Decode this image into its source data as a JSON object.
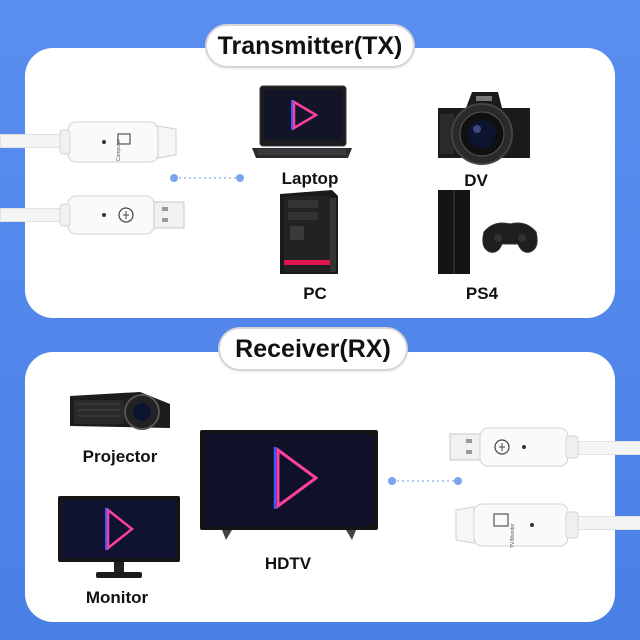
{
  "transmitter": {
    "title": "Transmitter(TX)",
    "devices": [
      {
        "label": "Laptop",
        "icon": "laptop-icon"
      },
      {
        "label": "DV",
        "icon": "camera-icon"
      },
      {
        "label": "PC",
        "icon": "pc-tower-icon"
      },
      {
        "label": "PS4",
        "icon": "ps4-console-icon"
      }
    ],
    "dongle_text": "Computer"
  },
  "receiver": {
    "title": "Receiver(RX)",
    "devices": [
      {
        "label": "Projector",
        "icon": "projector-icon"
      },
      {
        "label": "HDTV",
        "icon": "hdtv-icon"
      },
      {
        "label": "Monitor",
        "icon": "monitor-icon"
      }
    ],
    "dongle_text": "TV/Monitor"
  },
  "colors": {
    "background": "#4a7fe6",
    "connector_dot": "#7aa5ea",
    "play_pink": "#ff3fa0",
    "play_blue": "#3b5bff"
  }
}
